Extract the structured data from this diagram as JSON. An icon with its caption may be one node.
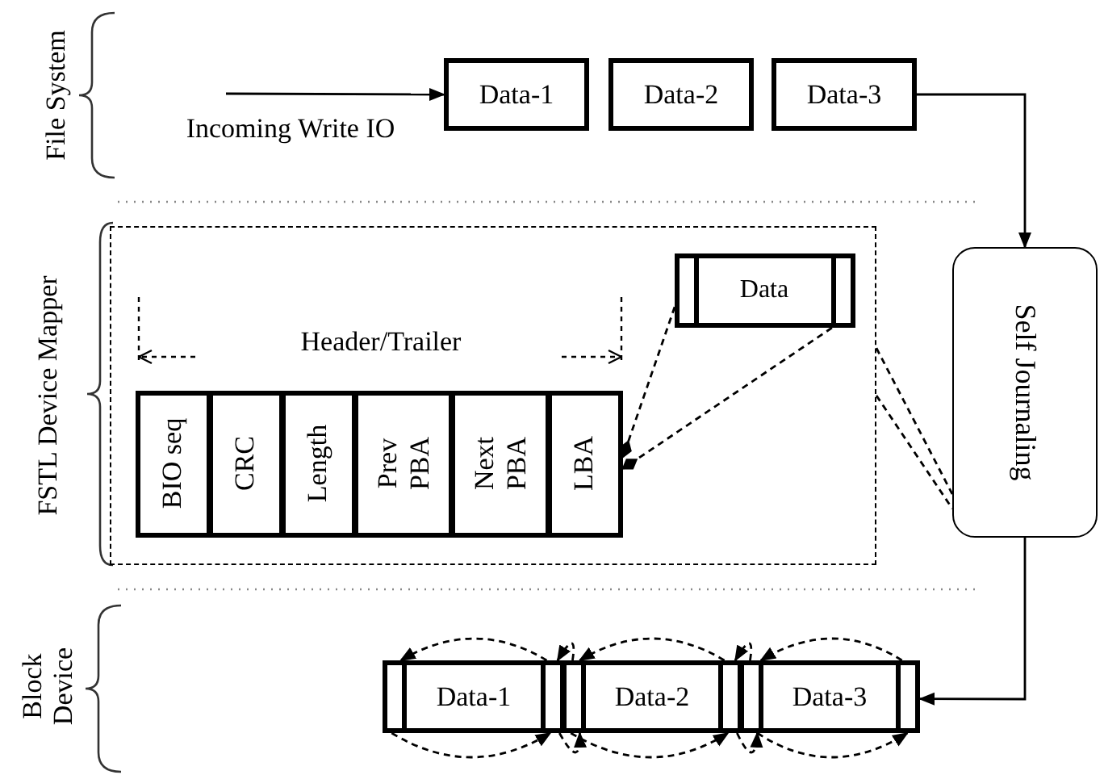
{
  "diagram": {
    "nodes": [
      {
        "text": [
          "Data-1"
        ]
      },
      {
        "text": [
          "Data-2"
        ]
      },
      {
        "text": [
          "Data-3"
        ]
      },
      {
        "text": [],
        "shape": "box"
      },
      {
        "text": [
          "Data"
        ],
        "in": 3
      },
      {
        "text": [
          "BIO seq"
        ],
        "in": 3
      },
      {
        "text": [
          "CRC"
        ],
        "in": 3
      },
      {
        "text": [
          "Length"
        ],
        "in": 3
      },
      {
        "text": [
          "Prev PBA"
        ],
        "in": 3
      },
      {
        "text": [
          "Next PBA"
        ],
        "in": 3
      },
      {
        "text": [
          "LBA"
        ],
        "in": 3
      },
      {
        "text": [
          "Self Journaling"
        ]
      },
      {
        "text": [
          "Data-1"
        ]
      },
      {
        "text": [
          "Data-2"
        ]
      },
      {
        "text": [
          "Data-3"
        ]
      }
    ],
    "edges": [
      {
        "from": null,
        "to": 0,
        "arrow": "to"
      },
      {
        "from": 2,
        "to": 11,
        "arrow": "to"
      },
      {
        "from": 11,
        "to": 14,
        "arrow": "to"
      },
      {
        "from": 4,
        "to": 10,
        "arrow": "other",
        "style": "dashed"
      },
      {
        "from": 4,
        "to": 10,
        "arrow": "other",
        "style": "dashed"
      },
      {
        "from": 3,
        "to": 11,
        "arrow": "none",
        "style": "dashed"
      },
      {
        "from": 3,
        "to": 11,
        "arrow": "none",
        "style": "dashed"
      },
      {
        "from": 12,
        "to": 12,
        "arrow": "to",
        "style": "dashed"
      },
      {
        "from": 13,
        "to": 12,
        "arrow": "to",
        "style": "dashed"
      },
      {
        "from": 13,
        "to": 13,
        "arrow": "to",
        "style": "dashed"
      },
      {
        "from": 14,
        "to": 13,
        "arrow": "to",
        "style": "dashed"
      },
      {
        "from": 14,
        "to": 14,
        "arrow": "to",
        "style": "dashed"
      },
      {
        "from": 12,
        "to": 12,
        "arrow": "to",
        "style": "dashed"
      },
      {
        "from": 12,
        "to": 13,
        "arrow": "to",
        "style": "dashed"
      },
      {
        "from": 13,
        "to": 13,
        "arrow": "to",
        "style": "dashed"
      },
      {
        "from": 13,
        "to": 14,
        "arrow": "to",
        "style": "dashed"
      },
      {
        "from": 14,
        "to": 14,
        "arrow": "to",
        "style": "dashed"
      }
    ],
    "labels": [
      "File System",
      "Incoming Write IO",
      "FSTL Device Mapper",
      "Header/Trailer",
      "Block Device"
    ]
  }
}
